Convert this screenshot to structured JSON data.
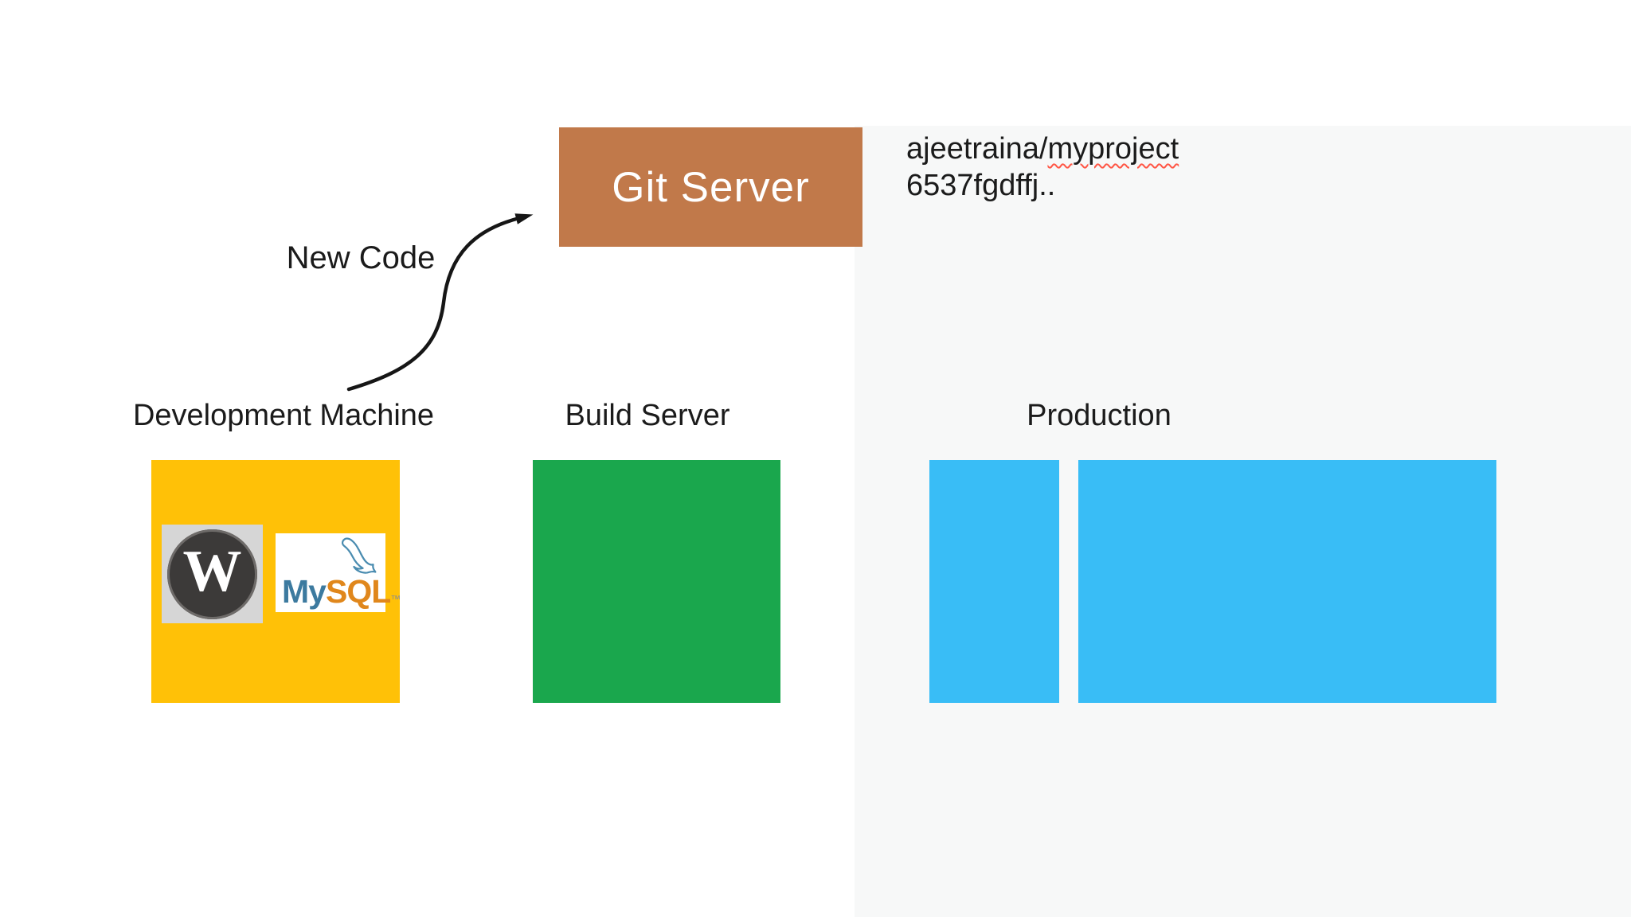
{
  "diagram": {
    "background_color": "#ffffff",
    "panel_color": "#f7f8f8",
    "text_color": "#1b1b1b",
    "git_server": {
      "label": "Git Server",
      "fill": "#c1794a",
      "text_color": "#ffffff"
    },
    "repo_text": {
      "line1_prefix": "ajeetraina/",
      "line1_highlight": "myproject",
      "line2": "6537fgdffj..",
      "squiggle_color": "#ff5544"
    },
    "flow": {
      "arrow_label": "New Code",
      "arrow_color": "#161616"
    },
    "groups": {
      "development": {
        "label": "Development Machine",
        "fill": "#ffc107"
      },
      "build": {
        "label": "Build Server",
        "fill": "#1aa74d"
      },
      "production": {
        "label": "Production",
        "fill": "#39bdf6",
        "box_count": 2
      }
    },
    "logos": {
      "wordpress": {
        "letter": "W",
        "tile_color": "#d6d6d6",
        "circle_color": "#3c3a39"
      },
      "mysql": {
        "word_my": "My",
        "word_sql": "SQL",
        "trademark": "™",
        "my_color": "#3c7a9f",
        "sql_color": "#e0871c",
        "dolphin_color": "#4a8cb0"
      }
    }
  }
}
